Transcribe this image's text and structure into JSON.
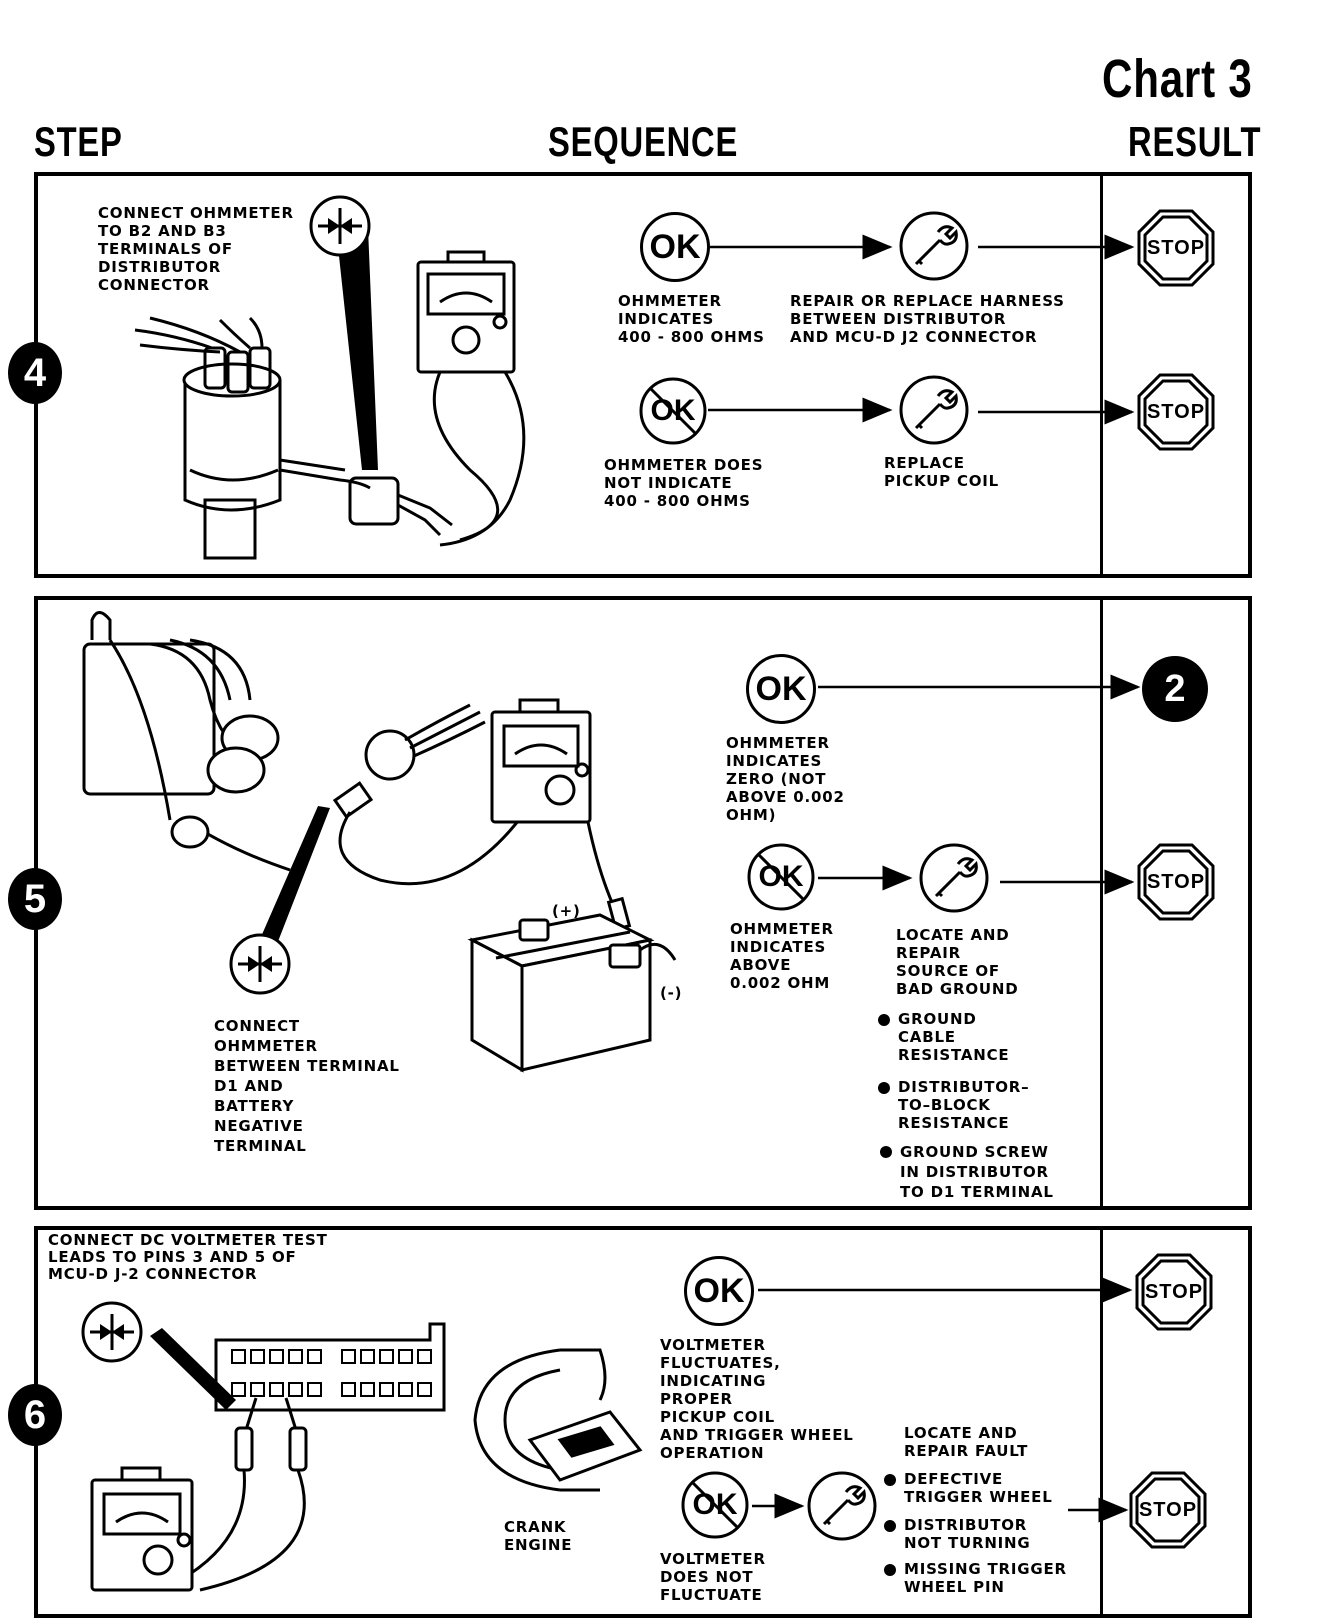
{
  "header": {
    "chart_title": "Chart 3",
    "col_step": "STEP",
    "col_sequence": "SEQUENCE",
    "col_result": "RESULT"
  },
  "step4": {
    "number": "4",
    "instruction": [
      "CONNECT OHMMETER",
      "TO B2 AND B3",
      "TERMINALS OF",
      "DISTRIBUTOR",
      "CONNECTOR"
    ],
    "ok_symbol": "OK",
    "ok_text": [
      "OHMMETER",
      "INDICATES",
      "400 - 800 OHMS"
    ],
    "ok_action": [
      "REPAIR OR REPLACE HARNESS",
      "BETWEEN DISTRIBUTOR",
      "AND MCU-D J2 CONNECTOR"
    ],
    "notok_symbol": "OK",
    "notok_text": [
      "OHMMETER DOES",
      "NOT INDICATE",
      "400 - 800 OHMS"
    ],
    "notok_action": [
      "REPLACE",
      "PICKUP COIL"
    ],
    "result_ok": "STOP",
    "result_notok": "STOP"
  },
  "step5": {
    "number": "5",
    "instruction": [
      "CONNECT",
      "OHMMETER",
      "BETWEEN TERMINAL",
      "D1 AND",
      "BATTERY",
      "NEGATIVE",
      "TERMINAL"
    ],
    "plus_label": "(+)",
    "minus_label": "(-)",
    "ok_symbol": "OK",
    "ok_text": [
      "OHMMETER",
      "INDICATES",
      "ZERO (NOT",
      "ABOVE 0.002",
      "OHM)"
    ],
    "ok_result": "2",
    "notok_symbol": "OK",
    "notok_text": [
      "OHMMETER",
      "INDICATES",
      "ABOVE",
      "0.002 OHM"
    ],
    "notok_action": [
      "LOCATE AND",
      "REPAIR",
      "SOURCE OF",
      "BAD GROUND"
    ],
    "bullets": [
      [
        "GROUND",
        "CABLE",
        "RESISTANCE"
      ],
      [
        "DISTRIBUTOR–",
        "TO–BLOCK",
        "RESISTANCE"
      ],
      [
        "GROUND SCREW",
        "IN DISTRIBUTOR",
        "TO D1 TERMINAL"
      ]
    ],
    "result_notok": "STOP"
  },
  "step6": {
    "number": "6",
    "instruction": [
      "CONNECT DC VOLTMETER TEST",
      "LEADS TO PINS 3 AND 5 OF",
      "MCU-D J-2 CONNECTOR"
    ],
    "crank_label": [
      "CRANK",
      "ENGINE"
    ],
    "ok_symbol": "OK",
    "ok_text": [
      "VOLTMETER",
      "FLUCTUATES,",
      "INDICATING",
      "PROPER",
      "PICKUP COIL",
      "AND TRIGGER WHEEL",
      "OPERATION"
    ],
    "notok_symbol": "OK",
    "notok_text": [
      "VOLTMETER",
      "DOES NOT",
      "FLUCTUATE"
    ],
    "notok_action": [
      "LOCATE AND",
      "REPAIR FAULT"
    ],
    "bullets": [
      [
        "DEFECTIVE",
        "TRIGGER WHEEL"
      ],
      [
        "DISTRIBUTOR",
        "NOT TURNING"
      ],
      [
        "MISSING TRIGGER",
        "WHEEL PIN"
      ]
    ],
    "result_ok": "STOP",
    "result_notok": "STOP"
  }
}
